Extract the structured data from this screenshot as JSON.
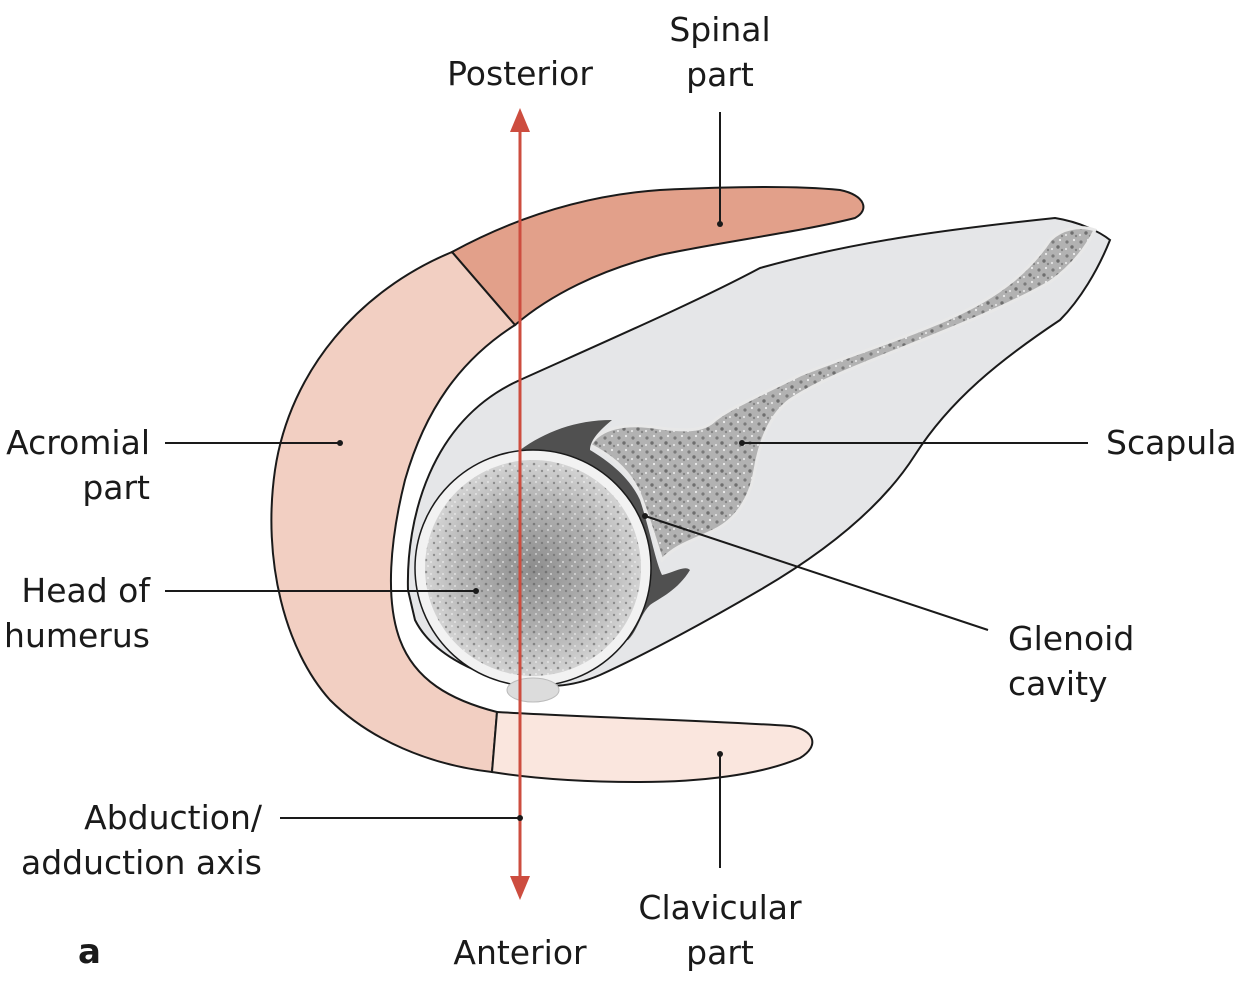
{
  "colors": {
    "acromial": "#f2cfc2",
    "spinal": "#e2a08a",
    "clavicular": "#fae6de",
    "bone_light": "#e5e6e8",
    "bone_spongy": "#9b9b9b",
    "cartilage_dark": "#505050",
    "axis": "#cd4d3f",
    "outline": "#1a1a1a"
  },
  "labels": {
    "posterior": "Posterior",
    "anterior": "Anterior",
    "spinal_1": "Spinal",
    "spinal_2": "part",
    "acromial_1": "Acromial",
    "acromial_2": "part",
    "head_1": "Head of",
    "head_2": "humerus",
    "scapula": "Scapula",
    "glenoid_1": "Glenoid",
    "glenoid_2": "cavity",
    "axis_1": "Abduction/",
    "axis_2": "adduction axis",
    "clavicular_1": "Clavicular",
    "clavicular_2": "part",
    "figure": "a"
  }
}
